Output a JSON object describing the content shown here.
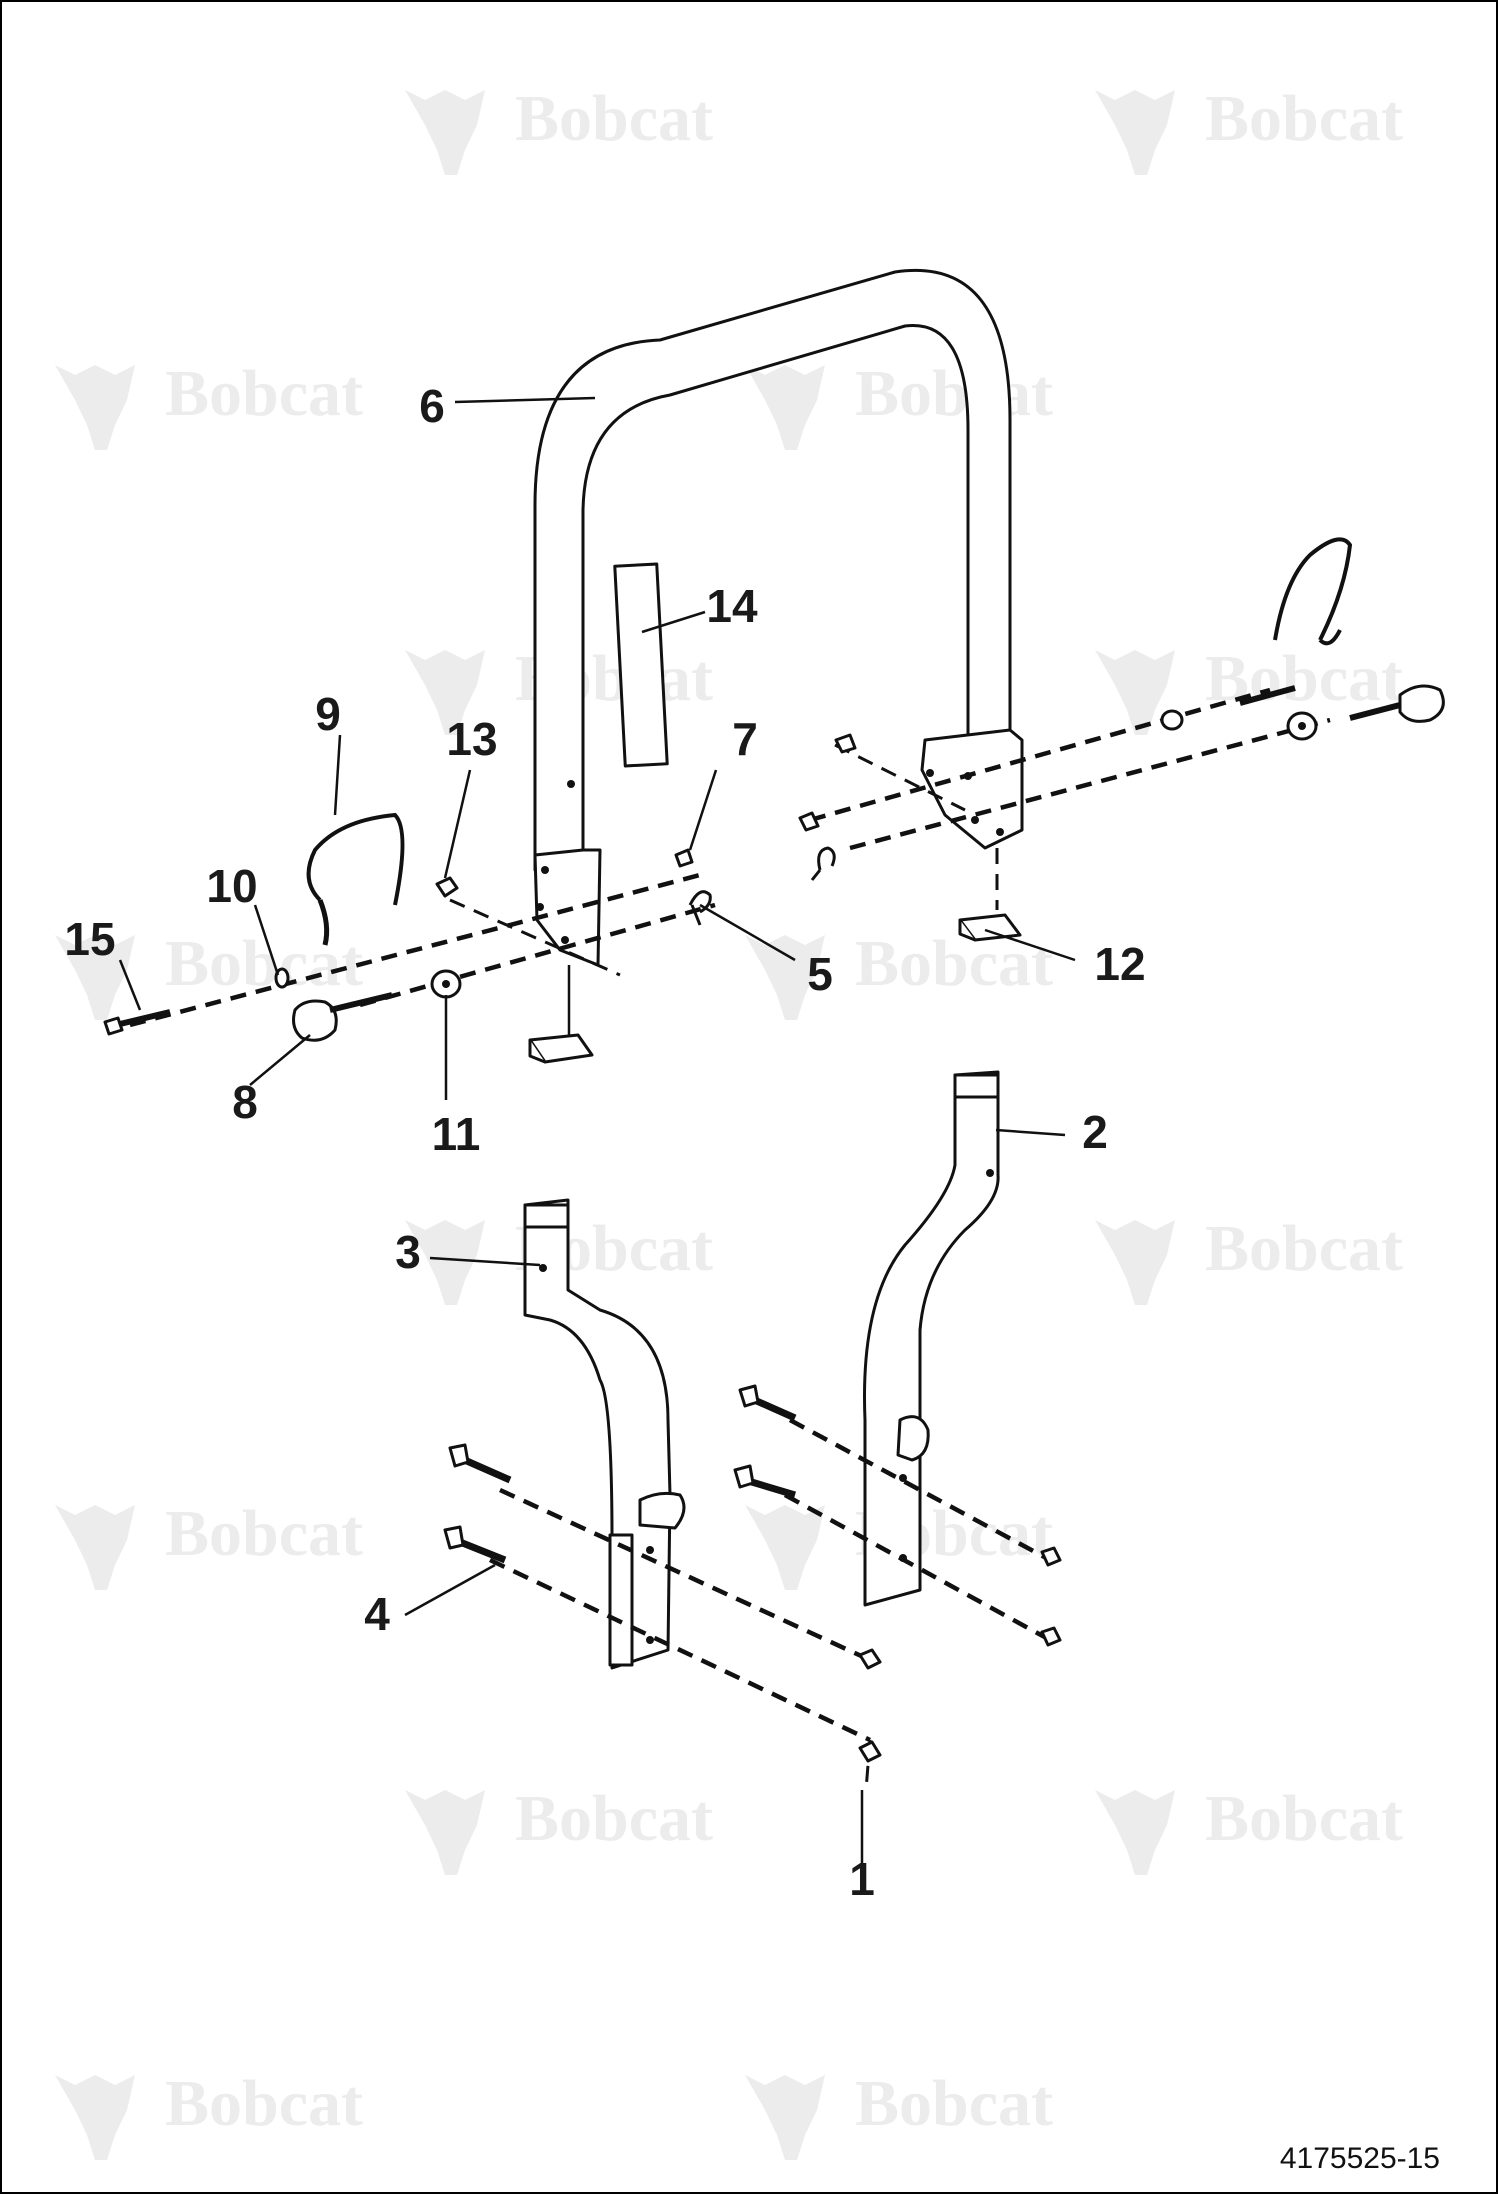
{
  "diagram": {
    "watermark_text": "Bobcat",
    "reference_number": "4175525-15",
    "callouts": [
      "1",
      "2",
      "3",
      "4",
      "5",
      "6",
      "7",
      "8",
      "9",
      "10",
      "11",
      "12",
      "13",
      "14",
      "15"
    ]
  }
}
